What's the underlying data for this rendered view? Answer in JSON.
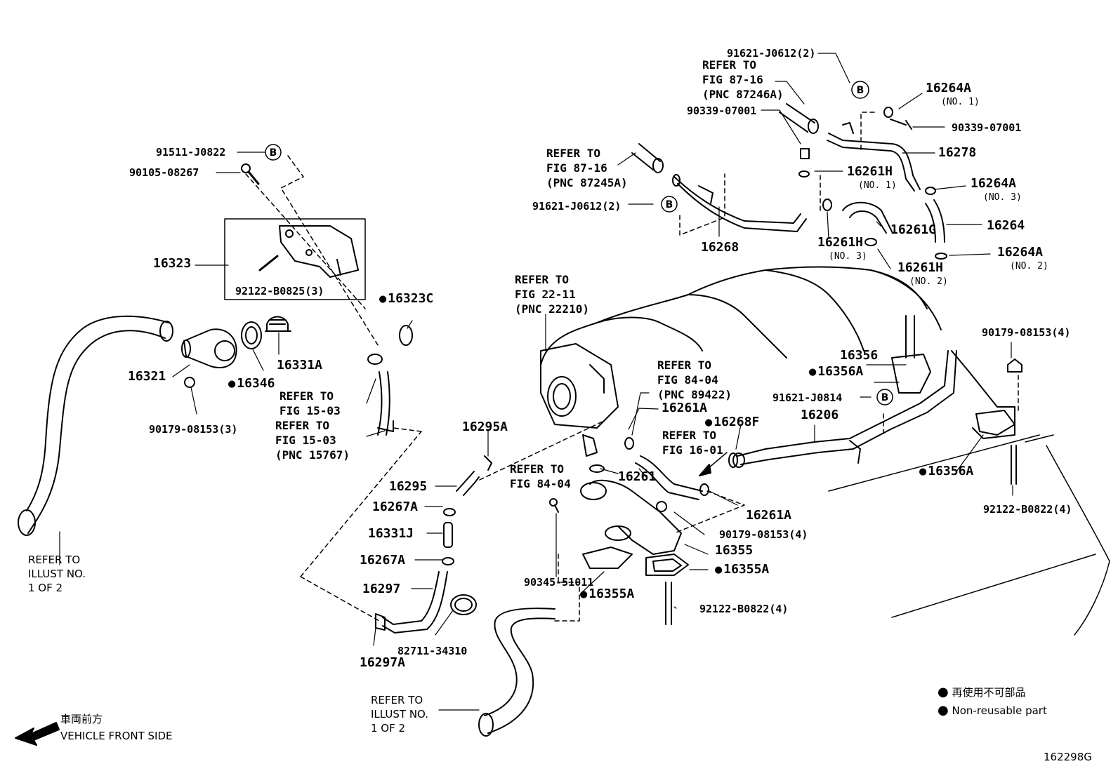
{
  "diagram_id": "162298G",
  "front": {
    "jp": "車両前方",
    "en": "VEHICLE FRONT SIDE"
  },
  "legend": {
    "jp": "再使用不可部品",
    "en": "Non-reusable part"
  },
  "parts": {
    "p91511": "91511-J0822",
    "p90105": "90105-08267",
    "p16323": "16323",
    "p92122a": "92122-B0825(3)",
    "p16323C": "16323C",
    "p16321": "16321",
    "p16346": "16346",
    "p16331A": "16331A",
    "p90179a": "90179-08153(3)",
    "p91621a": "91621-J0612(2)",
    "p91621b": "91621-J0612(2)",
    "p90339a": "90339-07001",
    "p90339b": "90339-07001",
    "p16264A1": "16264A",
    "p16264A1n": "(NO. 1)",
    "p16278": "16278",
    "p16261H1": "16261H",
    "p16261H1n": "(NO. 1)",
    "p16264A3": "16264A",
    "p16264A3n": "(NO. 3)",
    "p16268": "16268",
    "p16261H3": "16261H",
    "p16261H3n": "(NO. 3)",
    "p16261G": "16261G",
    "p16264": "16264",
    "p16264A2": "16264A",
    "p16264A2n": "(NO. 2)",
    "p16261H2": "16261H",
    "p16261H2n": "(NO. 2)",
    "p90179b": "90179-08153(4)",
    "p16356": "16356",
    "p16356A1": "16356A",
    "p91621c": "91621-J0814",
    "p16206": "16206",
    "p16268F": "16268F",
    "p16356A2": "16356A",
    "p92122b": "92122-B0822(4)",
    "p16261A1": "16261A",
    "p16295A": "16295A",
    "p16295": "16295",
    "p16267A1": "16267A",
    "p16331J": "16331J",
    "p16267A2": "16267A",
    "p16297": "16297",
    "p82711": "82711-34310",
    "p16297A": "16297A",
    "p16261": "16261",
    "p16261A2": "16261A",
    "p90179c": "90179-08153(4)",
    "p16355": "16355",
    "p16355A1": "16355A",
    "p90345": "90345-51011",
    "p16355A2": "16355A",
    "p92122c": "92122-B0822(4)"
  },
  "refs": {
    "r87_16a": "REFER TO\nFIG 87-16\n(PNC 87246A)",
    "r87_16b": "REFER TO\nFIG 87-16\n(PNC 87245A)",
    "r22_11": "REFER TO\nFIG 22-11\n(PNC 22210)",
    "r84_04a": "REFER TO\nFIG 84-04\n(PNC 89422)",
    "r16_01": "REFER TO\nFIG 16-01",
    "r84_04b": "REFER TO\nFIG 84-04",
    "r15_03a": "REFER TO\nFIG 15-03",
    "r15_03b": "REFER TO\nFIG 15-03\n(PNC 15767)",
    "rIllus1": "REFER TO\nILLUST NO.\n1 OF 2",
    "rIllus2": "REFER TO\nILLUST NO.\n1 OF 2"
  },
  "circle_b": "B"
}
